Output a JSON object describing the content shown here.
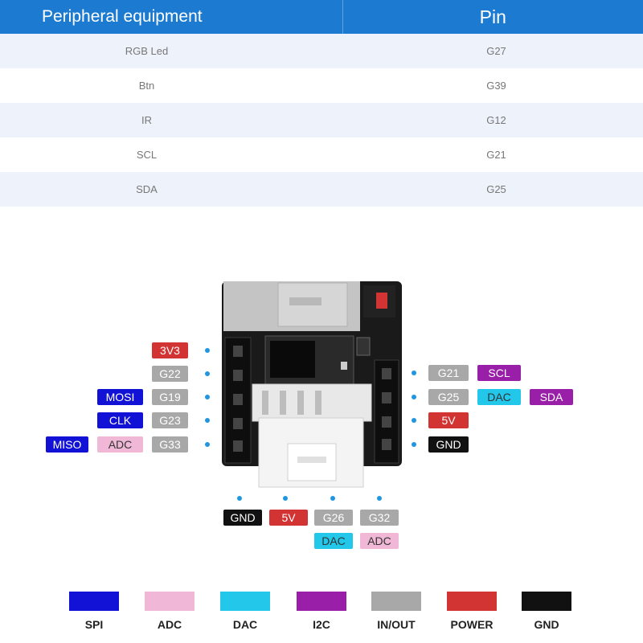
{
  "table": {
    "headers": [
      "Peripheral equipment",
      "Pin"
    ],
    "rows": [
      {
        "device": "RGB Led",
        "pin": "G27"
      },
      {
        "device": "Btn",
        "pin": "G39"
      },
      {
        "device": "IR",
        "pin": "G12"
      },
      {
        "device": "SCL",
        "pin": "G21"
      },
      {
        "device": "SDA",
        "pin": "G25"
      }
    ]
  },
  "pins": {
    "left": [
      {
        "pin": "3V3",
        "color": "red",
        "funcs": []
      },
      {
        "pin": "G22",
        "color": "gray",
        "funcs": []
      },
      {
        "pin": "G19",
        "color": "gray",
        "funcs": [
          {
            "label": "MOSI",
            "color": "blue"
          }
        ]
      },
      {
        "pin": "G23",
        "color": "gray",
        "funcs": [
          {
            "label": "CLK",
            "color": "blue"
          }
        ]
      },
      {
        "pin": "G33",
        "color": "gray",
        "funcs": [
          {
            "label": "ADC",
            "color": "pink"
          },
          {
            "label": "MISO",
            "color": "blue"
          }
        ]
      }
    ],
    "right": [
      {
        "pin": "G21",
        "color": "gray",
        "funcs": [
          {
            "label": "SCL",
            "color": "purple"
          }
        ]
      },
      {
        "pin": "G25",
        "color": "gray",
        "funcs": [
          {
            "label": "DAC",
            "color": "cyan"
          },
          {
            "label": "SDA",
            "color": "purple"
          }
        ]
      },
      {
        "pin": "5V",
        "color": "red",
        "funcs": []
      },
      {
        "pin": "GND",
        "color": "black",
        "funcs": []
      }
    ],
    "bottom": [
      {
        "pin": "GND",
        "color": "black",
        "funcs": []
      },
      {
        "pin": "5V",
        "color": "red",
        "funcs": []
      },
      {
        "pin": "G26",
        "color": "gray",
        "funcs": [
          {
            "label": "DAC",
            "color": "cyan"
          }
        ]
      },
      {
        "pin": "G32",
        "color": "gray",
        "funcs": [
          {
            "label": "ADC",
            "color": "pink"
          }
        ]
      }
    ]
  },
  "legend": [
    {
      "label": "SPI",
      "color": "#1212d6"
    },
    {
      "label": "ADC",
      "color": "#f0b8d6"
    },
    {
      "label": "DAC",
      "color": "#22c7ea"
    },
    {
      "label": "I2C",
      "color": "#9a1fa8"
    },
    {
      "label": "IN/OUT",
      "color": "#a8a8a8"
    },
    {
      "label": "POWER",
      "color": "#d23434"
    },
    {
      "label": "GND",
      "color": "#111111"
    }
  ]
}
